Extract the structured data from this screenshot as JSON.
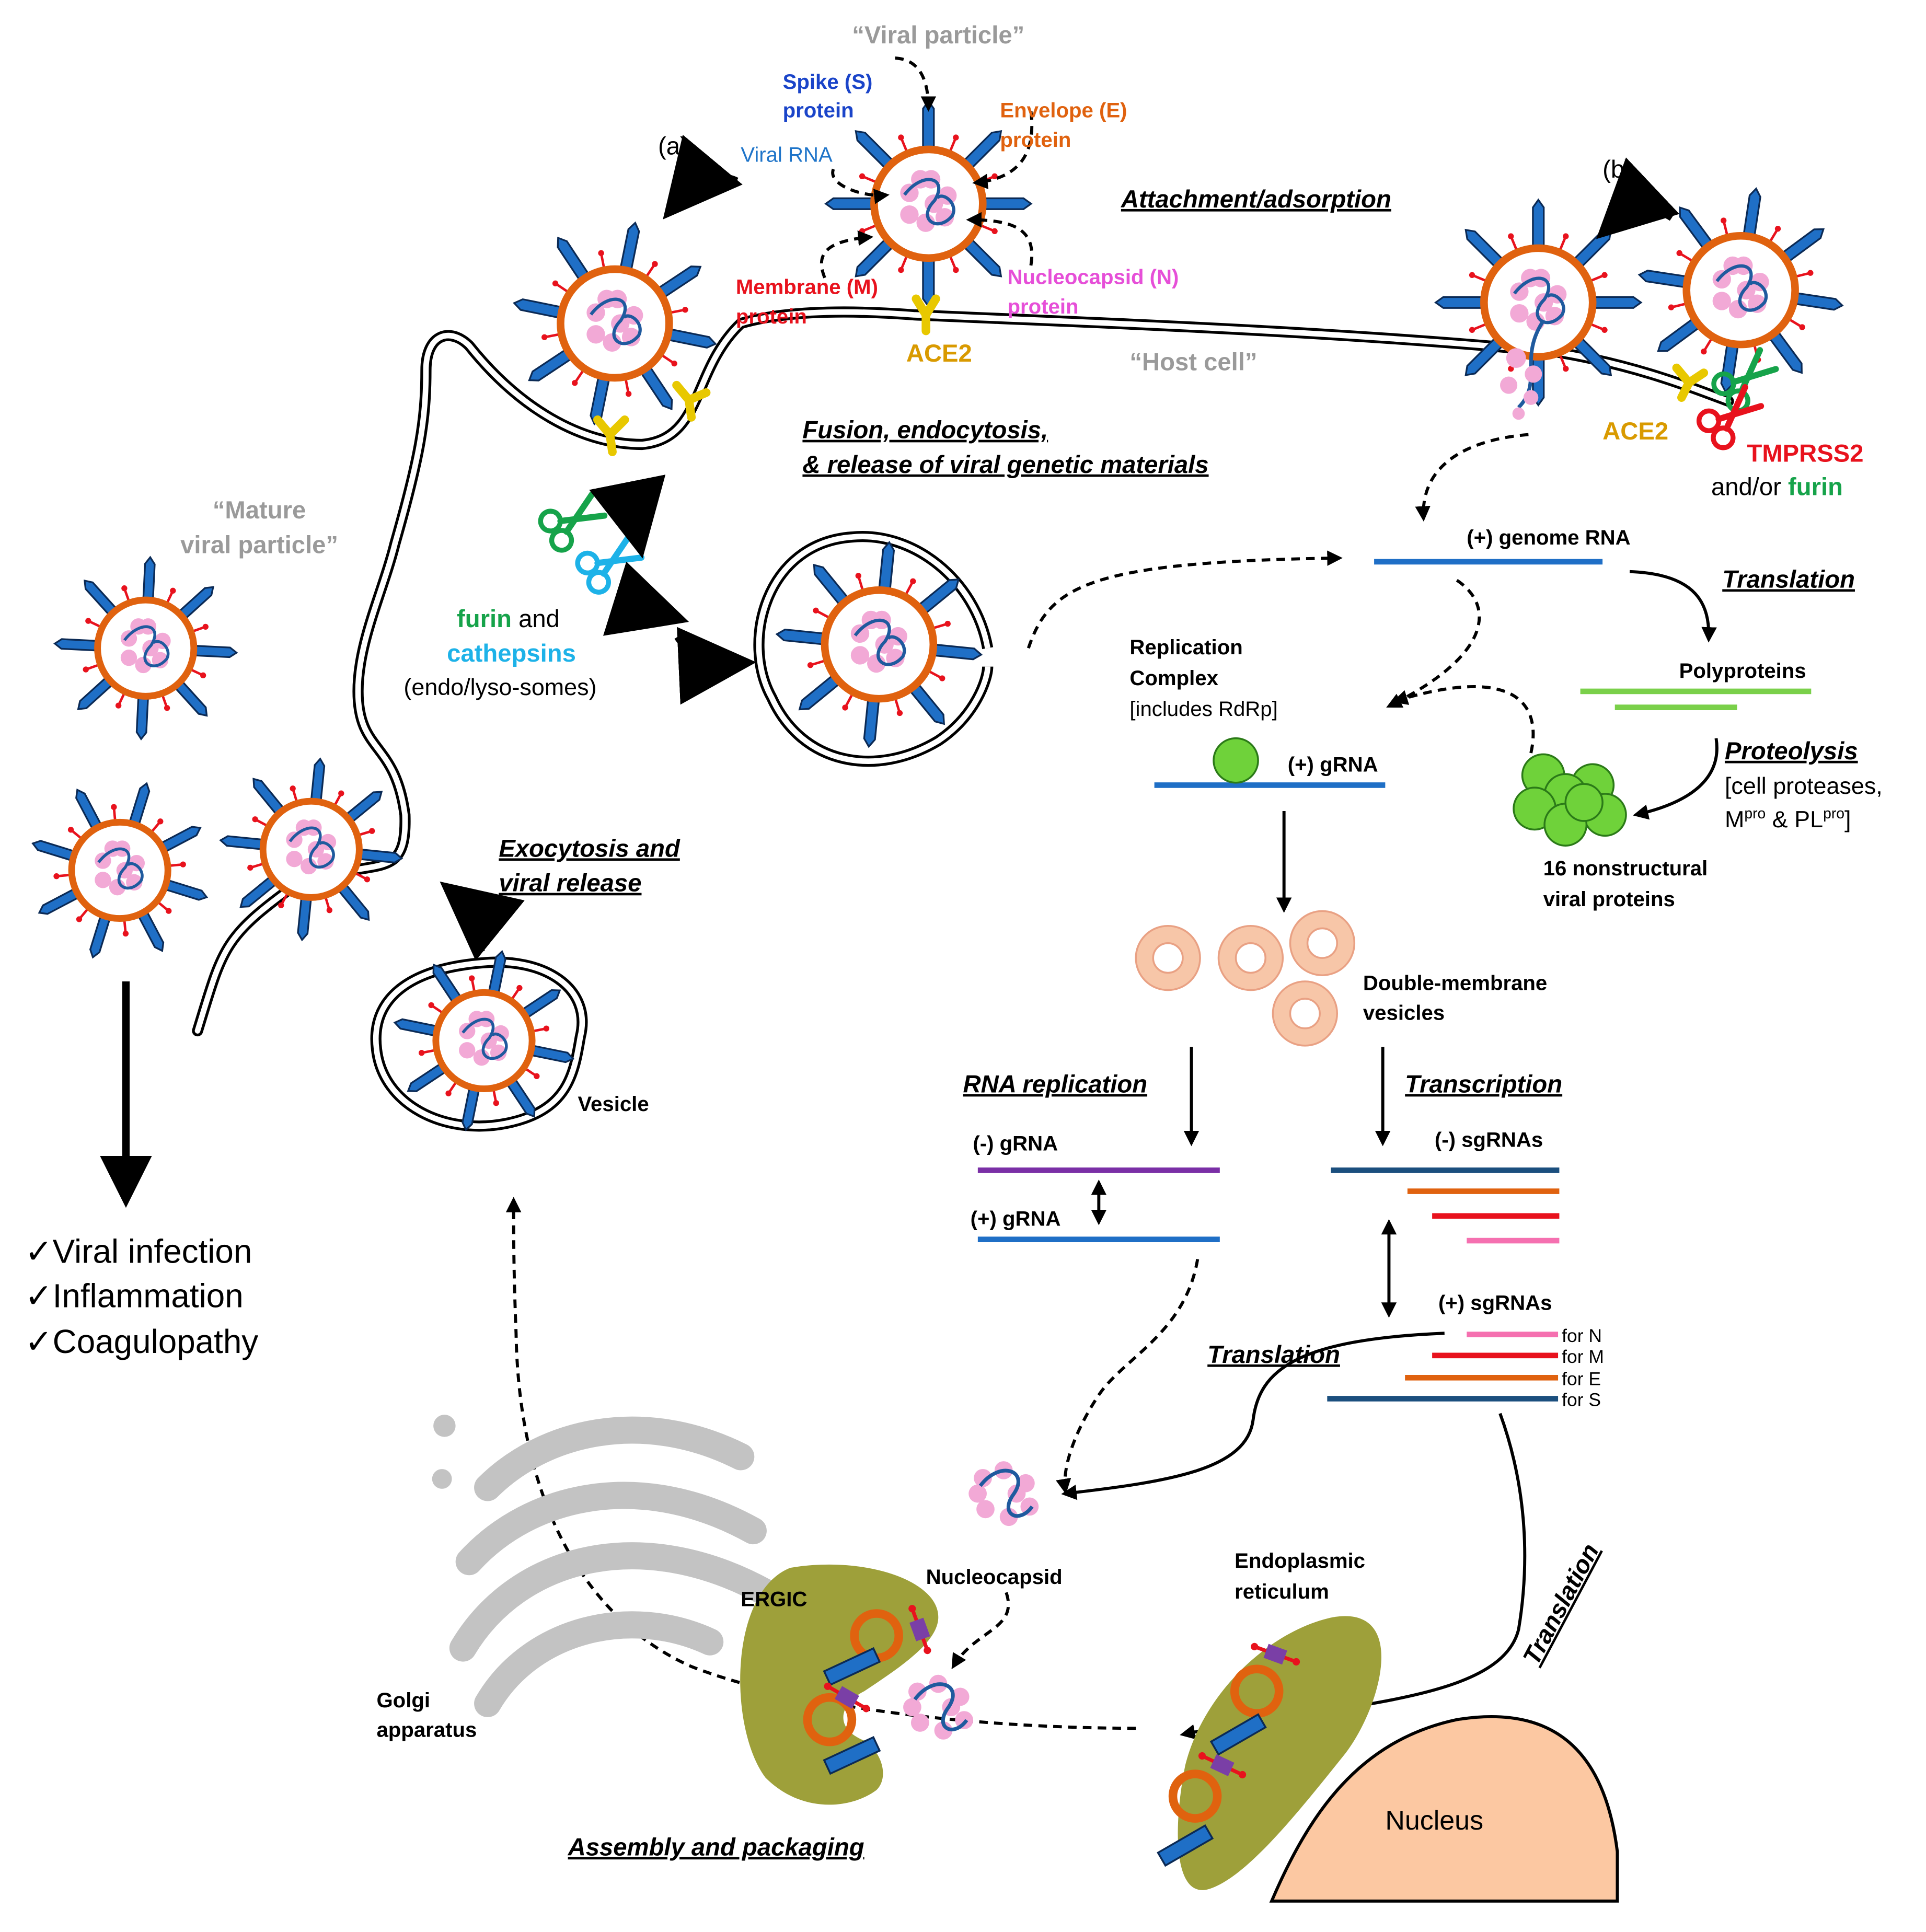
{
  "labels": {
    "viral_particle": "“Viral particle”",
    "spike_1": "Spike (S)",
    "spike_2": "protein",
    "envelope_1": "Envelope (E)",
    "envelope_2": "protein",
    "viral_rna": "Viral RNA",
    "membrane_1": "Membrane (M)",
    "membrane_2": "protein",
    "nucleocapsid_n_1": "Nucleocapsid (N)",
    "nucleocapsid_n_2": "protein",
    "ace2_top": "ACE2",
    "host_cell": "“Host cell”",
    "marker_a": "(a)",
    "marker_b": "(b)",
    "attachment": "Attachment/adsorption",
    "fusion_1": "Fusion, endocytosis,",
    "fusion_2": "& release of viral genetic materials",
    "mature_1": "“Mature",
    "mature_2": "viral particle”",
    "ace2_right": "ACE2",
    "tmprss2": "TMPRSS2",
    "andor": "and/or ",
    "furin_right": "furin",
    "furin_left": "furin",
    "and_word": " and",
    "cathepsins": "cathepsins",
    "endo_lyso": "(endo/lyso-somes)",
    "genome_rna": "(+) genome RNA",
    "translation_top": "Translation",
    "polyproteins": "Polyproteins",
    "proteolysis": "Proteolysis",
    "cell_proteases": "[cell proteases,",
    "mpro_main": "M",
    "mpro_sup": "pro",
    "amp_pl": " & PL",
    "plpro_sup": "pro",
    "bracket_close": "]",
    "nsp_1": "16 nonstructural",
    "nsp_2": "viral proteins",
    "rep_1": "Replication",
    "rep_2": "Complex",
    "rep_3": "[includes RdRp]",
    "pos_grna_top": "(+) gRNA",
    "dmv_1": "Double-membrane",
    "dmv_2": "vesicles",
    "rna_replication": "RNA replication",
    "transcription": "Transcription",
    "neg_grna": "(-) gRNA",
    "pos_grna": "(+) gRNA",
    "neg_sgrnas": "(-) sgRNAs",
    "pos_sgrnas": "(+) sgRNAs",
    "for_n": "for N",
    "for_m": "for M",
    "for_e": "for E",
    "for_s": "for S",
    "translation_mid": "Translation",
    "translation_rot": "Translation",
    "exocytosis_1": "Exocytosis and",
    "exocytosis_2": "viral release",
    "vesicle": "Vesicle",
    "outcome_1": "✓Viral infection",
    "outcome_2": "✓Inflammation",
    "outcome_3": "✓Coagulopathy",
    "golgi_1": "Golgi",
    "golgi_2": "apparatus",
    "ergic": "ERGIC",
    "nucleocapsid": "Nucleocapsid",
    "er_1": "Endoplasmic",
    "er_2": "reticulum",
    "nucleus": "Nucleus",
    "assembly": "Assembly and packaging"
  },
  "colors": {
    "spike": "#1f6fc6",
    "envelope": "#e0620f",
    "viral_rna": "#1f5a9e",
    "nucleocapsid": "#f2a9d6",
    "membrane": "#e8121d",
    "ace2": "#f5e416",
    "ace2_label": "#d99a00",
    "host_gray": "#9a9a9a",
    "spike_label": "#1a44c9",
    "envelope_label": "#e0620f",
    "viral_rna_label": "#1e74c9",
    "membrane_label": "#e8121d",
    "nucleocapsid_label": "#e64fd8",
    "furin": "#16a34a",
    "cathepsins": "#1db2e8",
    "tmprss2": "#e8121d",
    "genome_rna": "#1f6fc6",
    "neg_grna": "#7a2fa6",
    "polyprotein": "#7ad04a",
    "nsp": "#6fd23a",
    "dmv": "#f7c6a8",
    "er": "#9ea03a",
    "nucleus": "#fcc8a2",
    "golgi": "#c3c3c3",
    "sg_s": "#1b4f7e",
    "sg_e": "#e0620f",
    "sg_m": "#e8121d",
    "sg_n": "#f570b0"
  }
}
